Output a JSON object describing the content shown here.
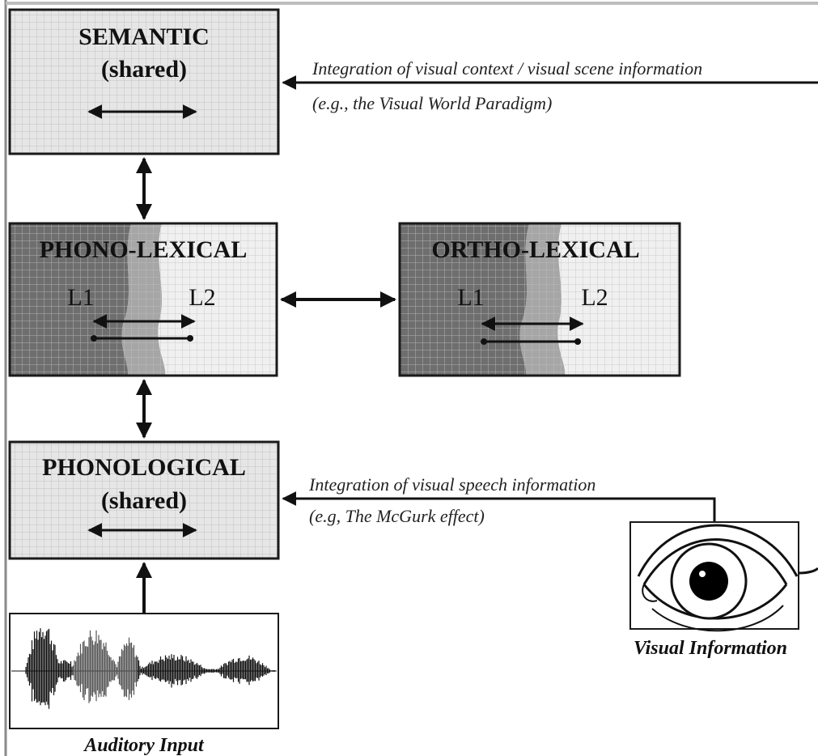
{
  "boxes": {
    "semantic": {
      "title": "SEMANTIC",
      "subtitle": "(shared)"
    },
    "phono_lexical": {
      "title": "PHONO-LEXICAL",
      "left_lang": "L1",
      "right_lang": "L2"
    },
    "ortho_lexical": {
      "title": "ORTHO-LEXICAL",
      "left_lang": "L1",
      "right_lang": "L2"
    },
    "phonological": {
      "title": "PHONOLOGICAL",
      "subtitle": "(shared)"
    }
  },
  "annotations": {
    "visual_context_line1": "Integration of visual context / visual scene information",
    "visual_context_line2": "(e.g., the Visual World Paradigm)",
    "visual_speech_line1": "Integration of visual speech information",
    "visual_speech_line2": "(e.g, The McGurk effect)"
  },
  "inputs": {
    "auditory_caption": "Auditory Input",
    "visual_caption": "Visual Information"
  },
  "colors": {
    "grid_fill_light": "#e6e6e6",
    "shade_dark": "#6e6e6e",
    "shade_mid": "#a6a6a6",
    "grid_line": "#c2c2c2",
    "border": "#1a1a1a"
  }
}
